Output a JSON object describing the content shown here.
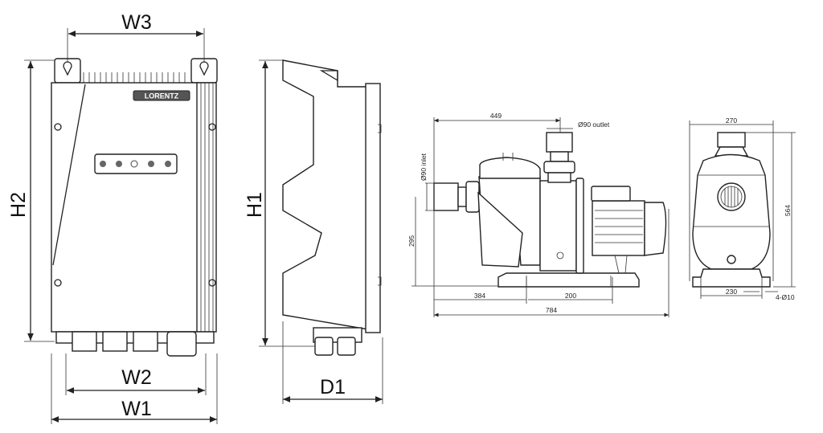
{
  "controller": {
    "brand_logo": "LORENTZ",
    "dimensions": {
      "w3": "W3",
      "h2": "H2",
      "h1": "H1",
      "w2": "W2",
      "w1": "W1",
      "d1": "D1"
    }
  },
  "pump": {
    "dimensions": {
      "length_to_outlet": "449",
      "outlet": "Ø90 outlet",
      "inlet": "Ø90 inlet",
      "inlet_height": "295",
      "base_front": "384",
      "base_hole_spacing": "200",
      "total_length": "784",
      "width": "270",
      "height": "564",
      "base_width": "230",
      "mounting_holes": "4-Ø10"
    }
  }
}
